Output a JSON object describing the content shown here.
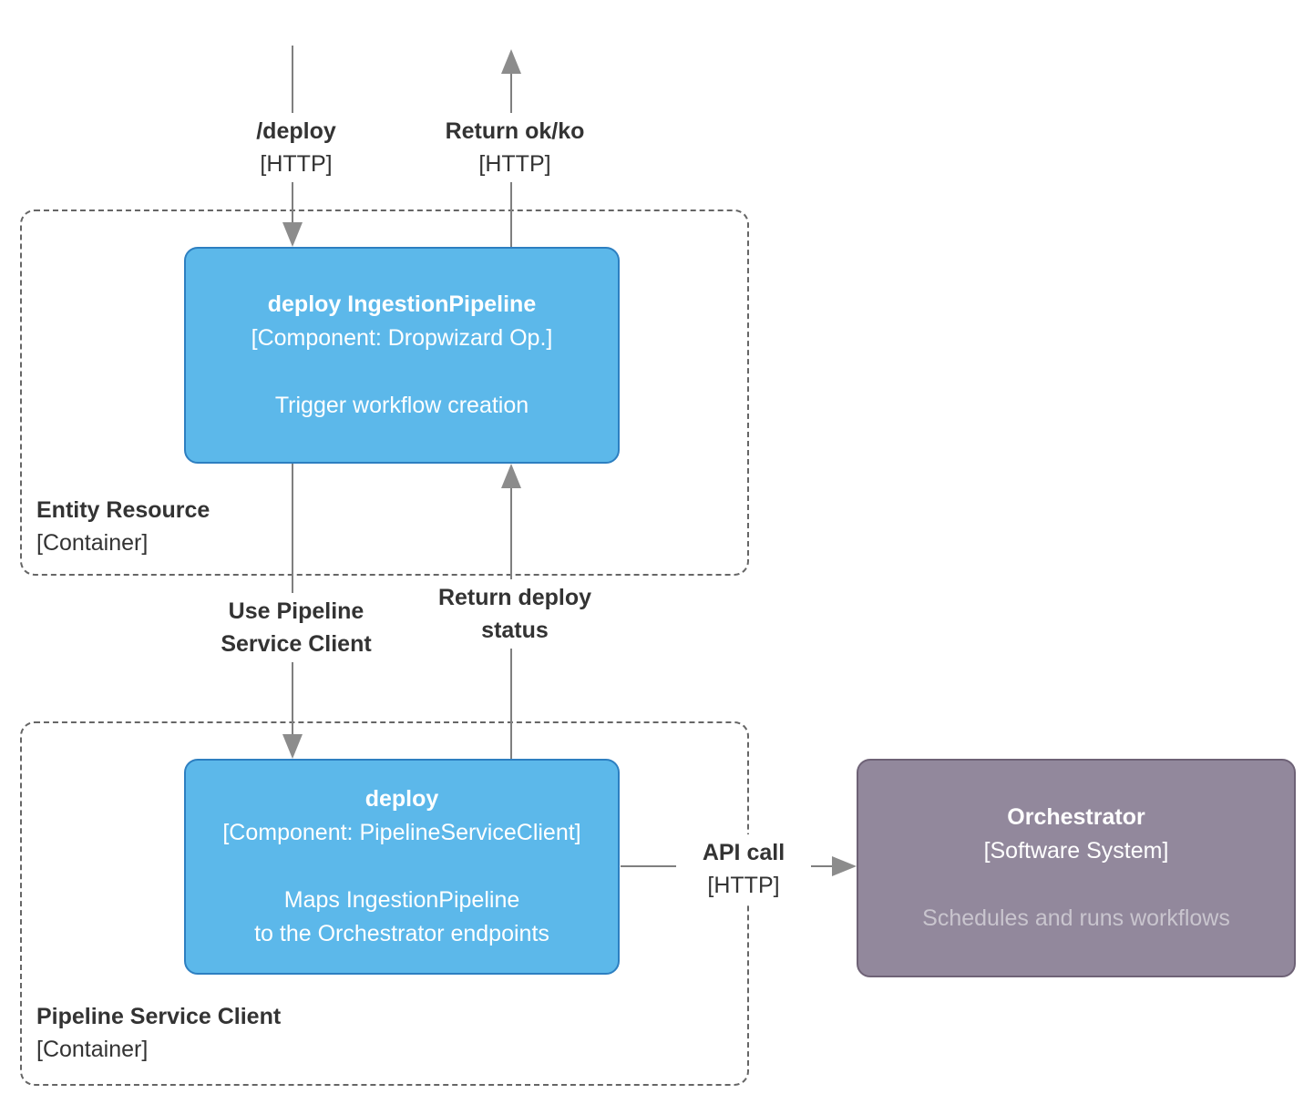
{
  "diagram": {
    "containers": {
      "entity_resource": {
        "name": "Entity Resource",
        "type": "[Container]"
      },
      "pipeline_service_client": {
        "name": "Pipeline Service Client",
        "type": "[Container]"
      }
    },
    "components": {
      "deploy_ingestion_pipeline": {
        "title": "deploy IngestionPipeline",
        "subtitle": "[Component: Dropwizard Op.]",
        "description": "Trigger workflow creation"
      },
      "deploy_pipeline_service_client": {
        "title": "deploy",
        "subtitle": "[Component: PipelineServiceClient]",
        "description_line1": "Maps IngestionPipeline",
        "description_line2": "to the Orchestrator endpoints"
      }
    },
    "external_system": {
      "orchestrator": {
        "title": "Orchestrator",
        "subtitle": "[Software System]",
        "description": "Schedules and runs workflows"
      }
    },
    "edges": {
      "deploy_request": {
        "label": "/deploy",
        "protocol": "[HTTP]"
      },
      "return_ok_ko": {
        "label": "Return ok/ko",
        "protocol": "[HTTP]"
      },
      "use_pipeline_service_client": {
        "line1": "Use Pipeline",
        "line2": "Service Client"
      },
      "return_deploy_status": {
        "line1": "Return deploy",
        "line2": "status"
      },
      "api_call": {
        "label": "API call",
        "protocol": "[HTTP]"
      }
    },
    "colors": {
      "component_fill": "#5CB8EA",
      "component_border": "#2D7FC1",
      "external_fill": "#92889C",
      "external_border": "#6E6276",
      "boundary_border": "#666666",
      "edge_line": "#7F7F7F",
      "arrowhead": "#8C8C8C",
      "label_text": "#333333",
      "node_text": "#FFFFFF",
      "external_description_text": "#C9C5CE",
      "background": "#FFFFFF"
    }
  }
}
